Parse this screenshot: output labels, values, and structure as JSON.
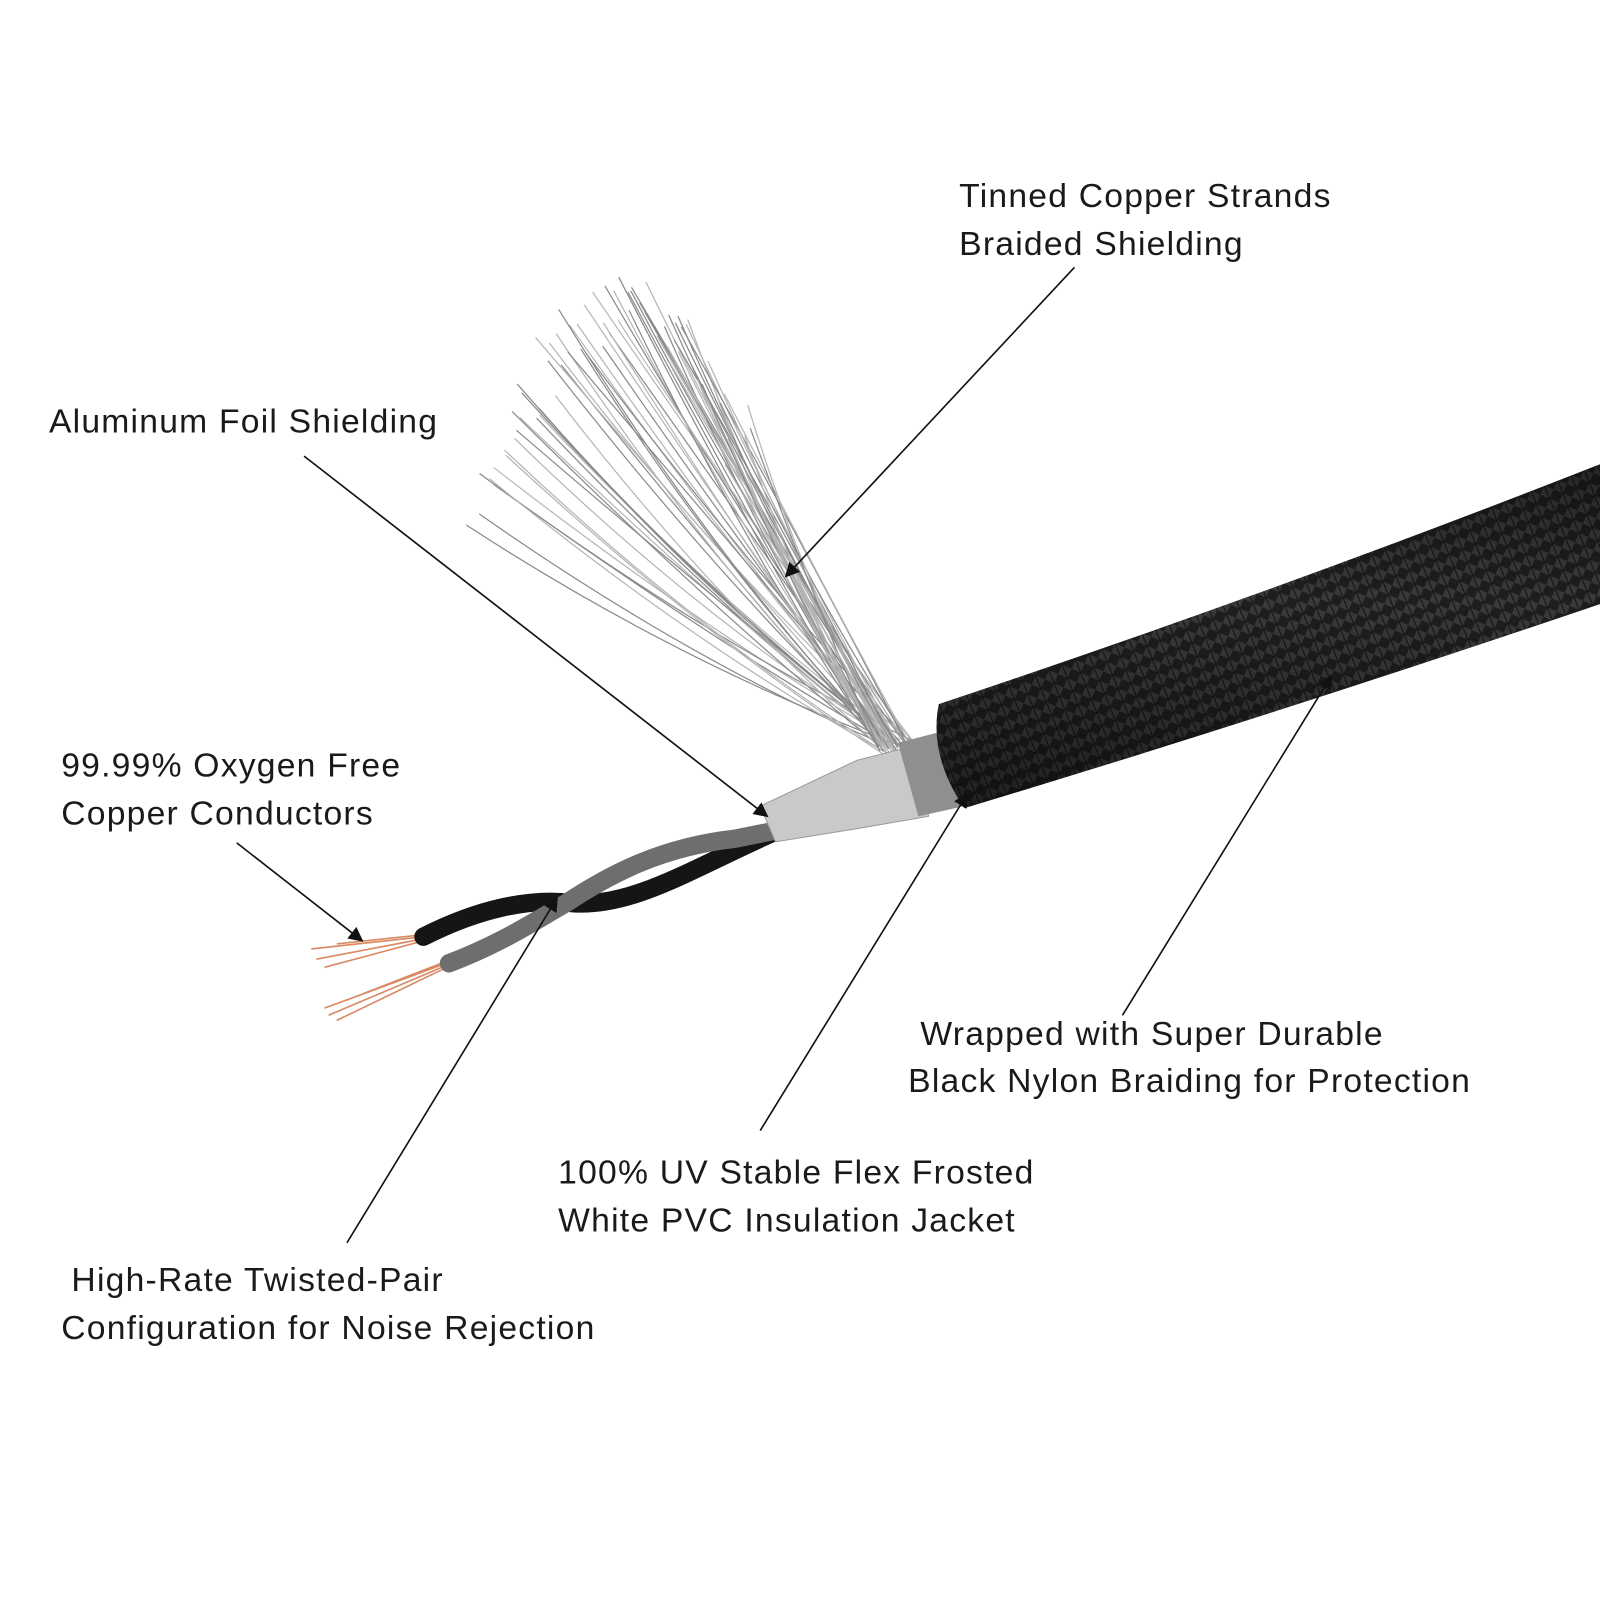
{
  "labels": {
    "tinned_copper": [
      "Tinned Copper Strands",
      "Braided Shielding"
    ],
    "aluminum_foil": [
      "Aluminum Foil Shielding"
    ],
    "ofc": [
      "99.99% Oxygen Free",
      "Copper Conductors"
    ],
    "nylon": [
      "Wrapped with Super Durable",
      "Black Nylon Braiding for Protection"
    ],
    "pvc": [
      "100% UV Stable Flex Frosted",
      "White PVC Insulation Jacket"
    ],
    "twisted_pair": [
      "High-Rate Twisted-Pair",
      "Configuration for Noise Rejection"
    ]
  },
  "colors": {
    "braid": "#1c1c1c",
    "shield": "#b9b9b9",
    "copper": "#d98a63",
    "wire_black": "#151515",
    "wire_gray": "#6e6e6e"
  }
}
